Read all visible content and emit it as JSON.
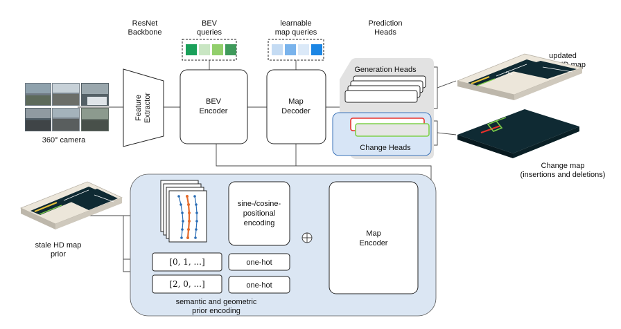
{
  "labels": {
    "resnet_line1": "ResNet",
    "resnet_line2": "Backbone",
    "bev_queries_line1": "BEV",
    "bev_queries_line2": "queries",
    "map_queries_line1": "learnable",
    "map_queries_line2": "map queries",
    "pred_heads_line1": "Prediction",
    "pred_heads_line2": "Heads",
    "updated_line1": "updated",
    "updated_line2": "local HD map",
    "camera": "360° camera",
    "feature_line1": "Feature",
    "feature_line2": "Extractor",
    "bev_enc_line1": "BEV",
    "bev_enc_line2": "Encoder",
    "map_dec_line1": "Map",
    "map_dec_line2": "Decoder",
    "generation_heads": "Generation Heads",
    "change_heads": "Change Heads",
    "change_map_line1": "Change map",
    "change_map_line2": "(insertions and deletions)",
    "stale_line1": "stale HD map",
    "stale_line2": "prior",
    "sine_line1": "sine-/cosine-",
    "sine_line2": "positional",
    "sine_line3": "encoding",
    "map_enc_line1": "Map",
    "map_enc_line2": "Encoder",
    "vec1": "[0, 1, ...]",
    "vec2": "[2, 0, ...]",
    "onehot1": "one-hot",
    "onehot2": "one-hot",
    "prior_line1": "semantic and geometric",
    "prior_line2": "prior encoding"
  },
  "colors": {
    "bev_query_1": "#1aa05a",
    "bev_query_2": "#c9e6c3",
    "bev_query_3": "#92cf6c",
    "bev_query_4": "#3f9a5b",
    "map_query_1": "#c4dbf3",
    "map_query_2": "#79b3ec",
    "map_query_3": "#dbe9f8",
    "map_query_4": "#1c86e4",
    "prior_panel": "#dbe6f3",
    "heads_panel": "#e2e2e2",
    "change_heads_panel": "#d7e5f6",
    "deletion": "#e8312a",
    "insertion": "#7ed04a",
    "road": "#0f2a33"
  }
}
